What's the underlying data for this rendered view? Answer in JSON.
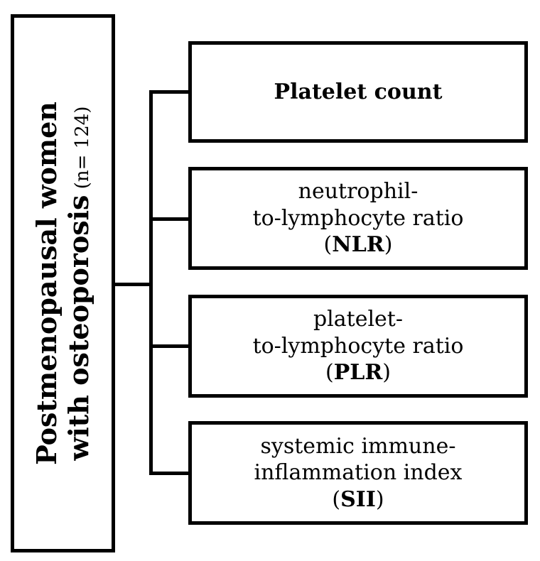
{
  "main": {
    "line1": "Postmenopausal women",
    "line2_bold": "with osteoporosis",
    "line2_sub": " (n= 124)"
  },
  "items": [
    {
      "title": "Platelet count"
    },
    {
      "line1": "neutrophil-",
      "line2": "to-lymphocyte ratio",
      "abbr_open": "(",
      "abbr": "NLR",
      "abbr_close": ")"
    },
    {
      "line1": "platelet-",
      "line2": "to-lymphocyte ratio",
      "abbr_open": "(",
      "abbr": "PLR",
      "abbr_close": ")"
    },
    {
      "line1": "systemic immune-",
      "line2": "inflammation index",
      "abbr_open": "(",
      "abbr": "SII",
      "abbr_close": ")"
    }
  ]
}
